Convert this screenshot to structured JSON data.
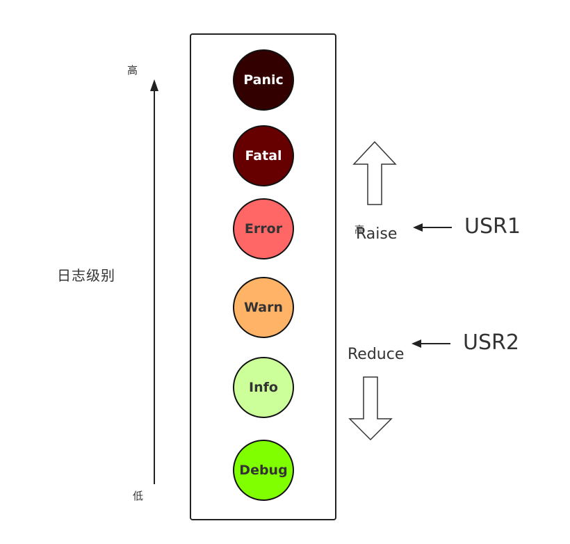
{
  "axis": {
    "high_label": "高",
    "low_label": "低",
    "title": "日志级别"
  },
  "levels": [
    {
      "label": "Panic",
      "fill": "#330000",
      "text_color": "#ffffff"
    },
    {
      "label": "Fatal",
      "fill": "#660000",
      "text_color": "#ffffff"
    },
    {
      "label": "Error",
      "fill": "#ff6666",
      "text_color": "#333333"
    },
    {
      "label": "Warn",
      "fill": "#ffb366",
      "text_color": "#333333"
    },
    {
      "label": "Info",
      "fill": "#ccff99",
      "text_color": "#333333"
    },
    {
      "label": "Debug",
      "fill": "#80ff00",
      "text_color": "#333333"
    }
  ],
  "raise": {
    "action": "Raise",
    "signal": "USR1",
    "stray_glyph": "高"
  },
  "reduce": {
    "action": "Reduce",
    "signal": "USR2"
  }
}
